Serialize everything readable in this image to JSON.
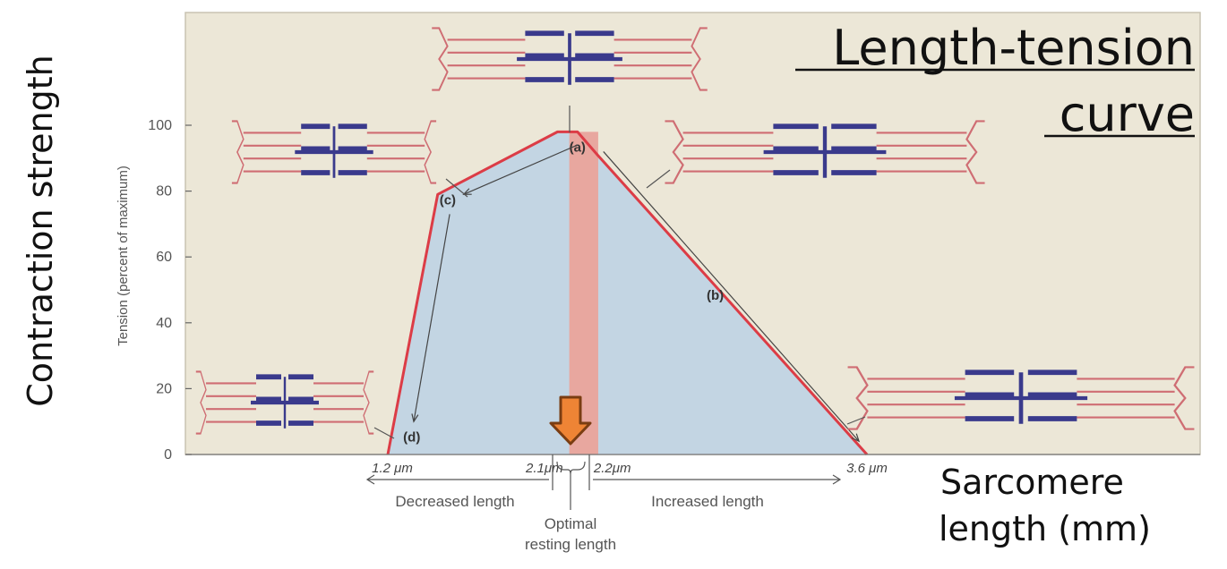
{
  "title": "Length-tension curve",
  "ylabel_outer": "Contraction strength",
  "xlabel_outer": [
    "Sarcomere",
    "length (mm)"
  ],
  "colors": {
    "background": "#ece7d7",
    "area_fill": "#c3d5e3",
    "optimal_band": "#e8a79f",
    "curve": "#dc3c46",
    "filament": "#3a3a8c",
    "thin_filament": "#cf6d73",
    "arrow": "#ee8435"
  },
  "icons": [
    "sarcomere-diagram",
    "down-arrow-icon"
  ],
  "chart_data": {
    "type": "area",
    "ylabel": "Tension (percent of maximum)",
    "ylim": [
      0,
      100
    ],
    "y_ticks": [
      "0",
      "20",
      "40",
      "60",
      "80",
      "100"
    ],
    "x_ticks": [
      "1.2 μm",
      "2.1μm",
      "2.2μm",
      "3.6 μm"
    ],
    "series": [
      {
        "x": [
          1.2,
          1.45,
          2.05,
          2.15,
          2.25,
          3.6
        ],
        "y": [
          0,
          79,
          98,
          98,
          91,
          0
        ]
      }
    ],
    "optimal_range": [
      2.1,
      2.2
    ],
    "point_labels": [
      "(a)",
      "(b)",
      "(c)",
      "(d)"
    ],
    "annotations": {
      "decreased": "Decreased length",
      "increased": "Increased length",
      "optimal": [
        "Optimal",
        "resting length"
      ]
    }
  }
}
